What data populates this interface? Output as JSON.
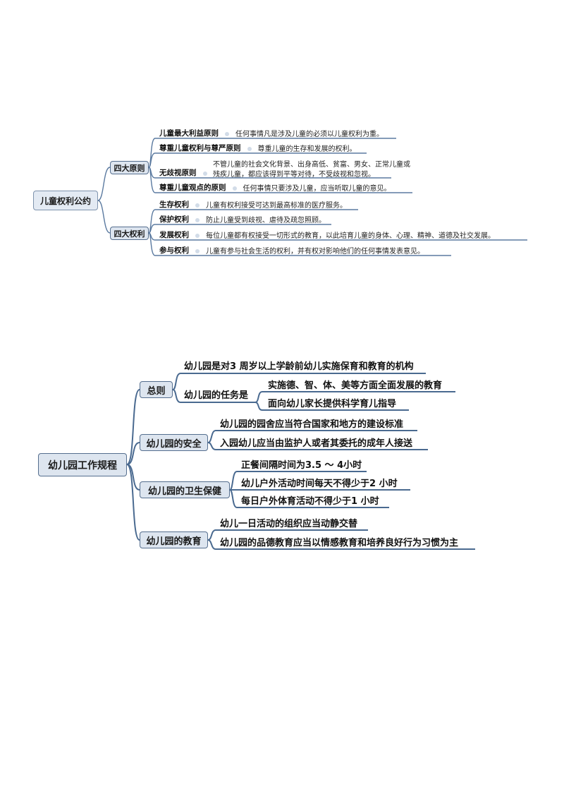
{
  "map1": {
    "root": "儿童权利公约",
    "branches": [
      {
        "label": "四大原则",
        "items": [
          {
            "term": "儿童最大利益原则",
            "desc": "任何事情凡是涉及儿童的必须以儿童权利为重。"
          },
          {
            "term": "尊重儿童权利与尊严原则",
            "desc": "尊重儿童的生存和发展的权利。"
          },
          {
            "term": "无歧视原则",
            "desc_line1": "不管儿童的社会文化背景、出身高低、贫富、男女、正常儿童或",
            "desc_line2": "残疾儿童，都应该得到平等对待，不受歧视和忽视。"
          },
          {
            "term": "尊重儿童观点的原则",
            "desc": "任何事情只要涉及儿童，应当听取儿童的意见。"
          }
        ]
      },
      {
        "label": "四大权利",
        "items": [
          {
            "term": "生存权利",
            "desc": "儿童有权利接受可达到最高标准的医疗服务。"
          },
          {
            "term": "保护权利",
            "desc": "防止儿童受到歧视、虐待及疏忽照顾。"
          },
          {
            "term": "发展权利",
            "desc": "每位儿童都有权接受一切形式的教育，以此培育儿童的身体、心理、精神、道德及社交发展。"
          },
          {
            "term": "参与权利",
            "desc": "儿童有参与社会生活的权利，并有权对影响他们的任何事情发表意见。"
          }
        ]
      }
    ]
  },
  "map2": {
    "root": "幼儿园工作规程",
    "branches": [
      {
        "label": "总则",
        "items": [
          "幼儿园是对3 周岁以上学龄前幼儿实施保育和教育的机构",
          {
            "label": "幼儿园的任务是",
            "items": [
              "实施德、智、体、美等方面全面发展的教育",
              "面向幼儿家长提供科学育儿指导"
            ]
          }
        ]
      },
      {
        "label": "幼儿园的安全",
        "items": [
          "幼儿园的园舍应当符合国家和地方的建设标准",
          "入园幼儿应当由监护人或者其委托的成年人接送"
        ]
      },
      {
        "label": "幼儿园的卫生保健",
        "items": [
          "正餐间隔时间为3.5 ～ 4小时",
          "幼儿户外活动时间每天不得少于2 小时",
          "每日户外体育活动不得少于1 小时"
        ]
      },
      {
        "label": "幼儿园的教育",
        "items": [
          "幼儿一日活动的组织应当动静交替",
          "幼儿园的品德教育应当以情感教育和培养良好行为习惯为主"
        ]
      }
    ]
  },
  "colors": {
    "line": "#4a6a90",
    "box_fill": "#dde5ef",
    "box_border": "#556e8e",
    "dot": "#d2dce8"
  }
}
